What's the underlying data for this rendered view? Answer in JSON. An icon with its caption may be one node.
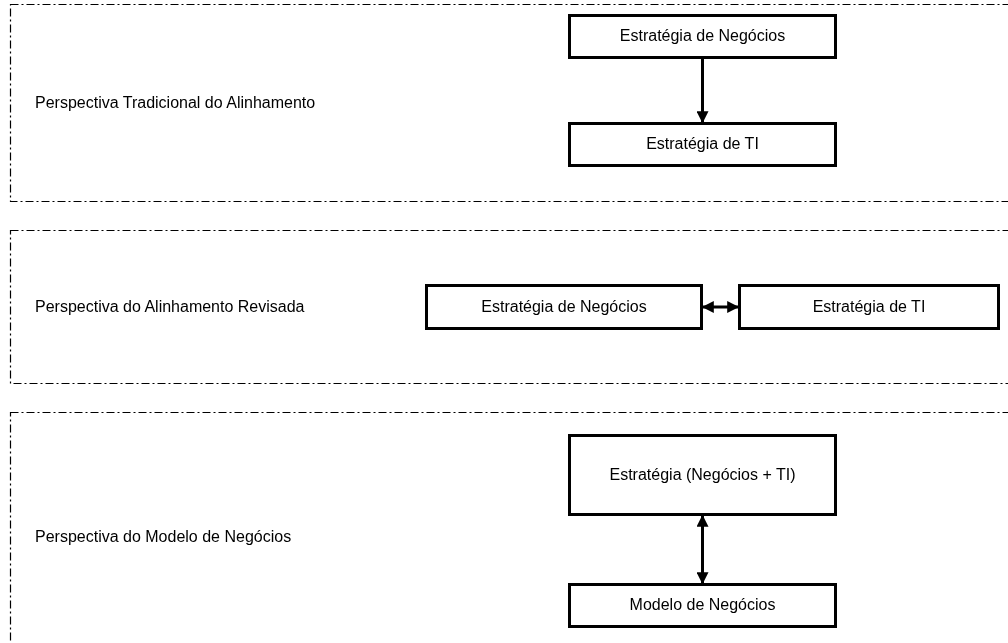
{
  "diagram": {
    "nodes": [
      {
        "text": [
          "Perspectiva Tradicional do Alinhamento"
        ]
      },
      {
        "text": [
          "Estratégia de Negócios"
        ],
        "in": 0
      },
      {
        "text": [
          "Estratégia de TI"
        ],
        "in": 0
      },
      {
        "text": [
          "Perspectiva do Alinhamento Revisada"
        ]
      },
      {
        "text": [
          "Estratégia de Negócios"
        ],
        "in": 3
      },
      {
        "text": [
          "Estratégia de TI"
        ],
        "in": 3
      },
      {
        "text": [
          "Perspectiva do Modelo de Negócios"
        ]
      },
      {
        "text": [
          "Estratégia (Negócios + TI)"
        ],
        "in": 6
      },
      {
        "text": [
          "Modelo de Negócios"
        ],
        "in": 6
      }
    ],
    "edges": [
      {
        "from": 1,
        "to": 2,
        "arrow": "to"
      },
      {
        "from": 4,
        "to": 5,
        "arrow": "both"
      },
      {
        "from": 7,
        "to": 8,
        "arrow": "both"
      }
    ]
  }
}
